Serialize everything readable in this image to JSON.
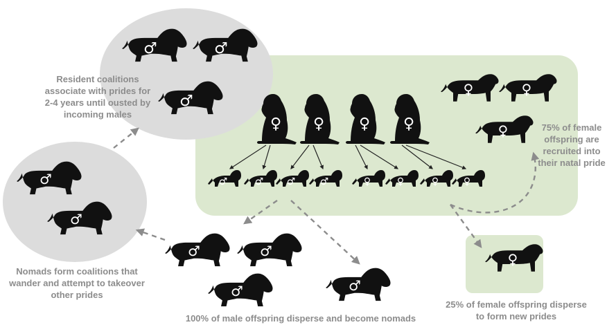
{
  "colors": {
    "pride_box": "#dce8cf",
    "coalition_circle": "#dcdcdc",
    "silhouette": "#111111",
    "symbol": "#ffffff",
    "caption_text": "#8c8c8c",
    "arrow_dashed": "#8c8c8c",
    "arrow_solid": "#222222"
  },
  "symbols": {
    "male": "♂",
    "female": "♀"
  },
  "labels": {
    "resident_coalitions": [
      "Resident coalitions",
      "associate with prides for",
      "2-4 years until ousted by",
      "incoming males"
    ],
    "nomads_form": [
      "Nomads form coalitions that",
      "wander and attempt to takeover",
      "other prides"
    ],
    "male_offspring": [
      "100% of male offspring disperse and become nomads"
    ],
    "female_recruited": [
      "75% of female",
      "offspring are",
      "recruited into",
      "their natal pride"
    ],
    "female_disperse": [
      "25% of female offspring disperse",
      "to form new prides"
    ]
  }
}
